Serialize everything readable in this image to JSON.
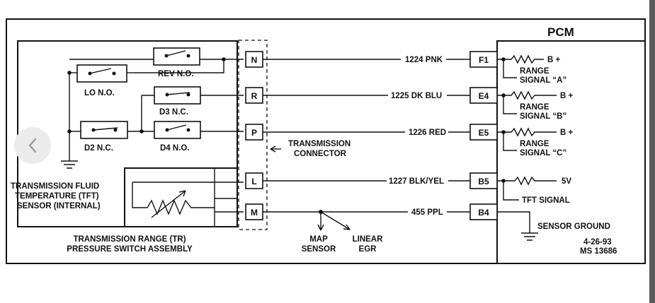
{
  "ui": {
    "prev_icon": "chevron-left-icon",
    "scrollbar_color": "#5b5b5b"
  },
  "diagram": {
    "pcm_title": "PCM",
    "pins": [
      "N",
      "R",
      "P",
      "L",
      "M"
    ],
    "wires": [
      "1224 PNK",
      "1225 DK BLU",
      "1226 RED",
      "1227 BLK/YEL",
      "455 PPL"
    ],
    "pcm_terminals": [
      "F1",
      "E4",
      "E5",
      "B5",
      "B4"
    ],
    "switches": {
      "rev": "REV N.O.",
      "lo": "LO N.O.",
      "d3": "D3 N.C.",
      "d2": "D2 N.C.",
      "d4": "D4 N.O."
    },
    "tft_sensor": [
      "TRANSMISSION FLUID",
      "TEMPERATURE (TFT)",
      "SENSOR (INTERNAL)"
    ],
    "tr_assembly": [
      "TRANSMISSION RANGE (TR)",
      "PRESSURE SWITCH ASSEMBLY"
    ],
    "connector": [
      "TRANSMISSION",
      "CONNECTOR"
    ],
    "map_sensor": [
      "MAP",
      "SENSOR"
    ],
    "linear_egr": [
      "LINEAR",
      "EGR"
    ],
    "b_plus": "B +",
    "range_a": [
      "RANGE",
      "SIGNAL “A”"
    ],
    "range_b": [
      "RANGE",
      "SIGNAL “B”"
    ],
    "range_c": [
      "RANGE",
      "SIGNAL “C”"
    ],
    "five_v": "5V",
    "tft_signal": "TFT SIGNAL",
    "sensor_ground": "SENSOR GROUND",
    "date": "4-26-93",
    "ref": "MS 13686"
  }
}
